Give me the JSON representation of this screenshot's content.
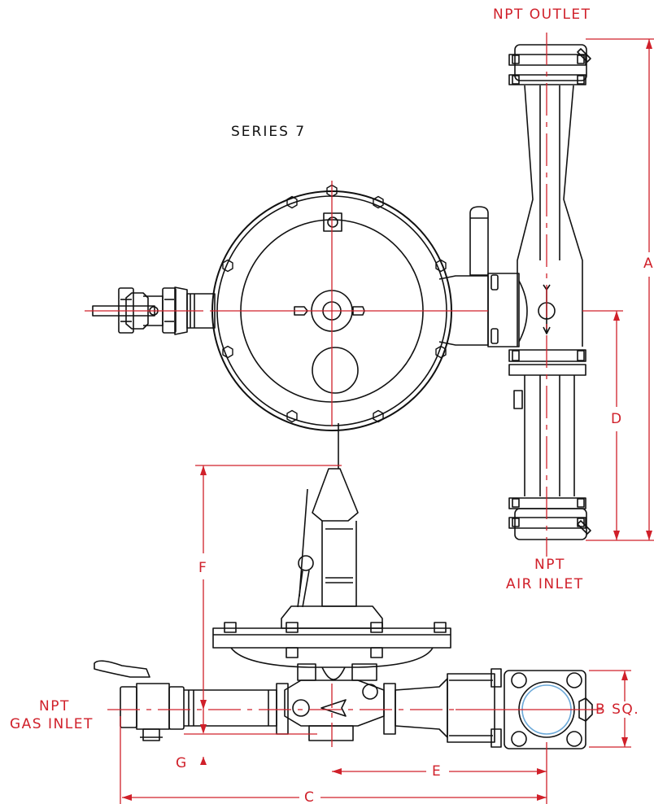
{
  "labels": {
    "series": "SERIES 7",
    "npt_outlet": "NPT OUTLET",
    "npt_air_1": "NPT",
    "npt_air_2": "AIR INLET",
    "npt_gas_1": "NPT",
    "npt_gas_2": "GAS INLET",
    "b_sq": "B SQ."
  },
  "dimensions": {
    "a": "A",
    "b": "B",
    "c": "C",
    "d": "D",
    "e": "E",
    "f": "F",
    "g": "G"
  },
  "colors": {
    "outline": "#111111",
    "dimension": "#d0202a",
    "centerline": "#d0202a",
    "background": "#ffffff"
  }
}
